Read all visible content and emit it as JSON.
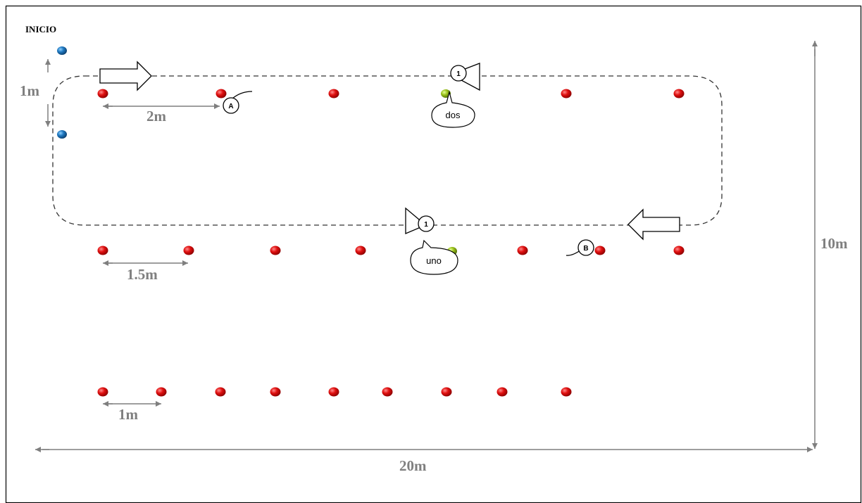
{
  "labels": {
    "start": "INICIO",
    "dim_1m_vertical": "1m",
    "dim_2m": "2m",
    "dim_1_5m": "1.5m",
    "dim_1m": "1m",
    "dim_10m": "10m",
    "dim_20m": "20m",
    "bubble_top": "dos",
    "bubble_bottom": "uno",
    "marker_a": "A",
    "marker_b": "B",
    "player_top": "1",
    "player_bottom": "1"
  },
  "colors": {
    "cone_red": "#d40000",
    "cone_blue": "#1a6fb0",
    "ball_green": "#9bc21a",
    "dimension_gray": "#7f7f7f",
    "outline": "#000000"
  }
}
